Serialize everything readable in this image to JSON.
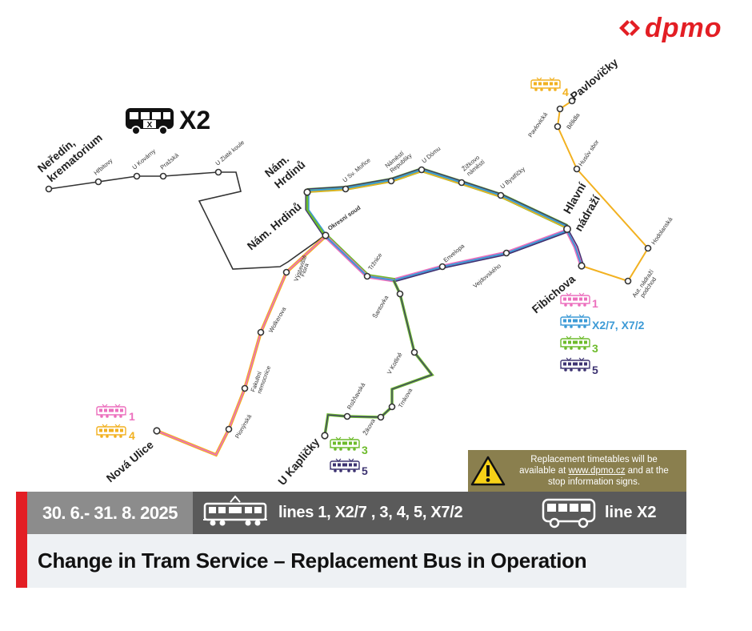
{
  "logo": {
    "text": "dpmo",
    "color": "#e31e24"
  },
  "bus_route": {
    "label": "X2"
  },
  "stops": {
    "neredin": "Neředín,",
    "neredin2": "krematorium",
    "hrbitovy": "Hřbitovy",
    "u_kovarny": "U Kovárny",
    "prazska": "Pražská",
    "u_zlate_koule": "U Zlaté koule",
    "nam_hrdinu_a": "Nám.",
    "nam_hrdinu_b": "Hrdinů",
    "nam_hrdinu_big": "Nám. Hrdinů",
    "okresni_soud": "Okresní soud",
    "u_sv_morice": "U Sv. Mořice",
    "namesti_rep_a": "Náměstí",
    "namesti_rep_b": "Republiky",
    "u_domu": "U Dómu",
    "zizkovo_a": "Žižkovo",
    "zizkovo_b": "náměstí",
    "u_bystricky": "U Bystřičky",
    "hlavni_a": "Hlavní",
    "hlavni_b": "nádraží",
    "pavlovicky": "Pavlovičky",
    "pavlovicka": "Pavlovická",
    "belidla": "Bělidla",
    "husuv_sbor": "Husův sbor",
    "hodolanska": "Hodolanská",
    "aut_nadrazi_a": "Aut. nádraží",
    "aut_nadrazi_b": "podchod",
    "fibichova": "Fibichova",
    "vejdovskeho": "Vejdovského",
    "envelopa": "Envelopa",
    "trznice": "Tržnice",
    "santovka": "Šantovka",
    "v_kotline": "V Kotlině",
    "trnkova": "Trnkova",
    "zikova": "Žikova",
    "rozhavska": "Rožňavská",
    "u_kaplicky": "U Kapličky",
    "vystaviste_a": "Výstaviště",
    "vystaviste_b": "Flora",
    "wolkerova": "Wolkerova",
    "fakultni_a": "Fakultní",
    "fakultni_b": "nemocnice",
    "pionyrska": "Pionýrská",
    "nova_ulice": "Nová Ulice"
  },
  "legends": {
    "pavlovicky": [
      {
        "line": "4",
        "color": "#f2b120"
      }
    ],
    "fibichova": [
      {
        "line": "1",
        "color": "#ec6fbd"
      },
      {
        "line": "X2/7, X7/2",
        "color": "#3c9ad6"
      },
      {
        "line": "3",
        "color": "#6dbb2b"
      },
      {
        "line": "5",
        "color": "#3d3371"
      }
    ],
    "nova_ulice": [
      {
        "line": "1",
        "color": "#ec6fbd"
      },
      {
        "line": "4",
        "color": "#f2b120"
      }
    ],
    "u_kaplicky": [
      {
        "line": "3",
        "color": "#6dbb2b"
      },
      {
        "line": "5",
        "color": "#3d3371"
      }
    ]
  },
  "notice": {
    "line1": "Replacement timetables will be",
    "line2a": "available at ",
    "link": "www.dpmo.cz",
    "line2b": " and at the",
    "line3": "stop information signs."
  },
  "banner": {
    "dates": "30. 6.- 31. 8. 2025",
    "tram_lines": "lines 1, X2/7 , 3, 4, 5, X7/2",
    "bus_line": "line X2",
    "title": "Change in Tram Service – Replacement Bus in Operation"
  },
  "colors": {
    "line1": "#ec6fbd",
    "line3": "#6dbb2b",
    "line4": "#f2b120",
    "line5": "#3d3371",
    "lineX": "#3c9ad6",
    "bus": "#333333"
  }
}
